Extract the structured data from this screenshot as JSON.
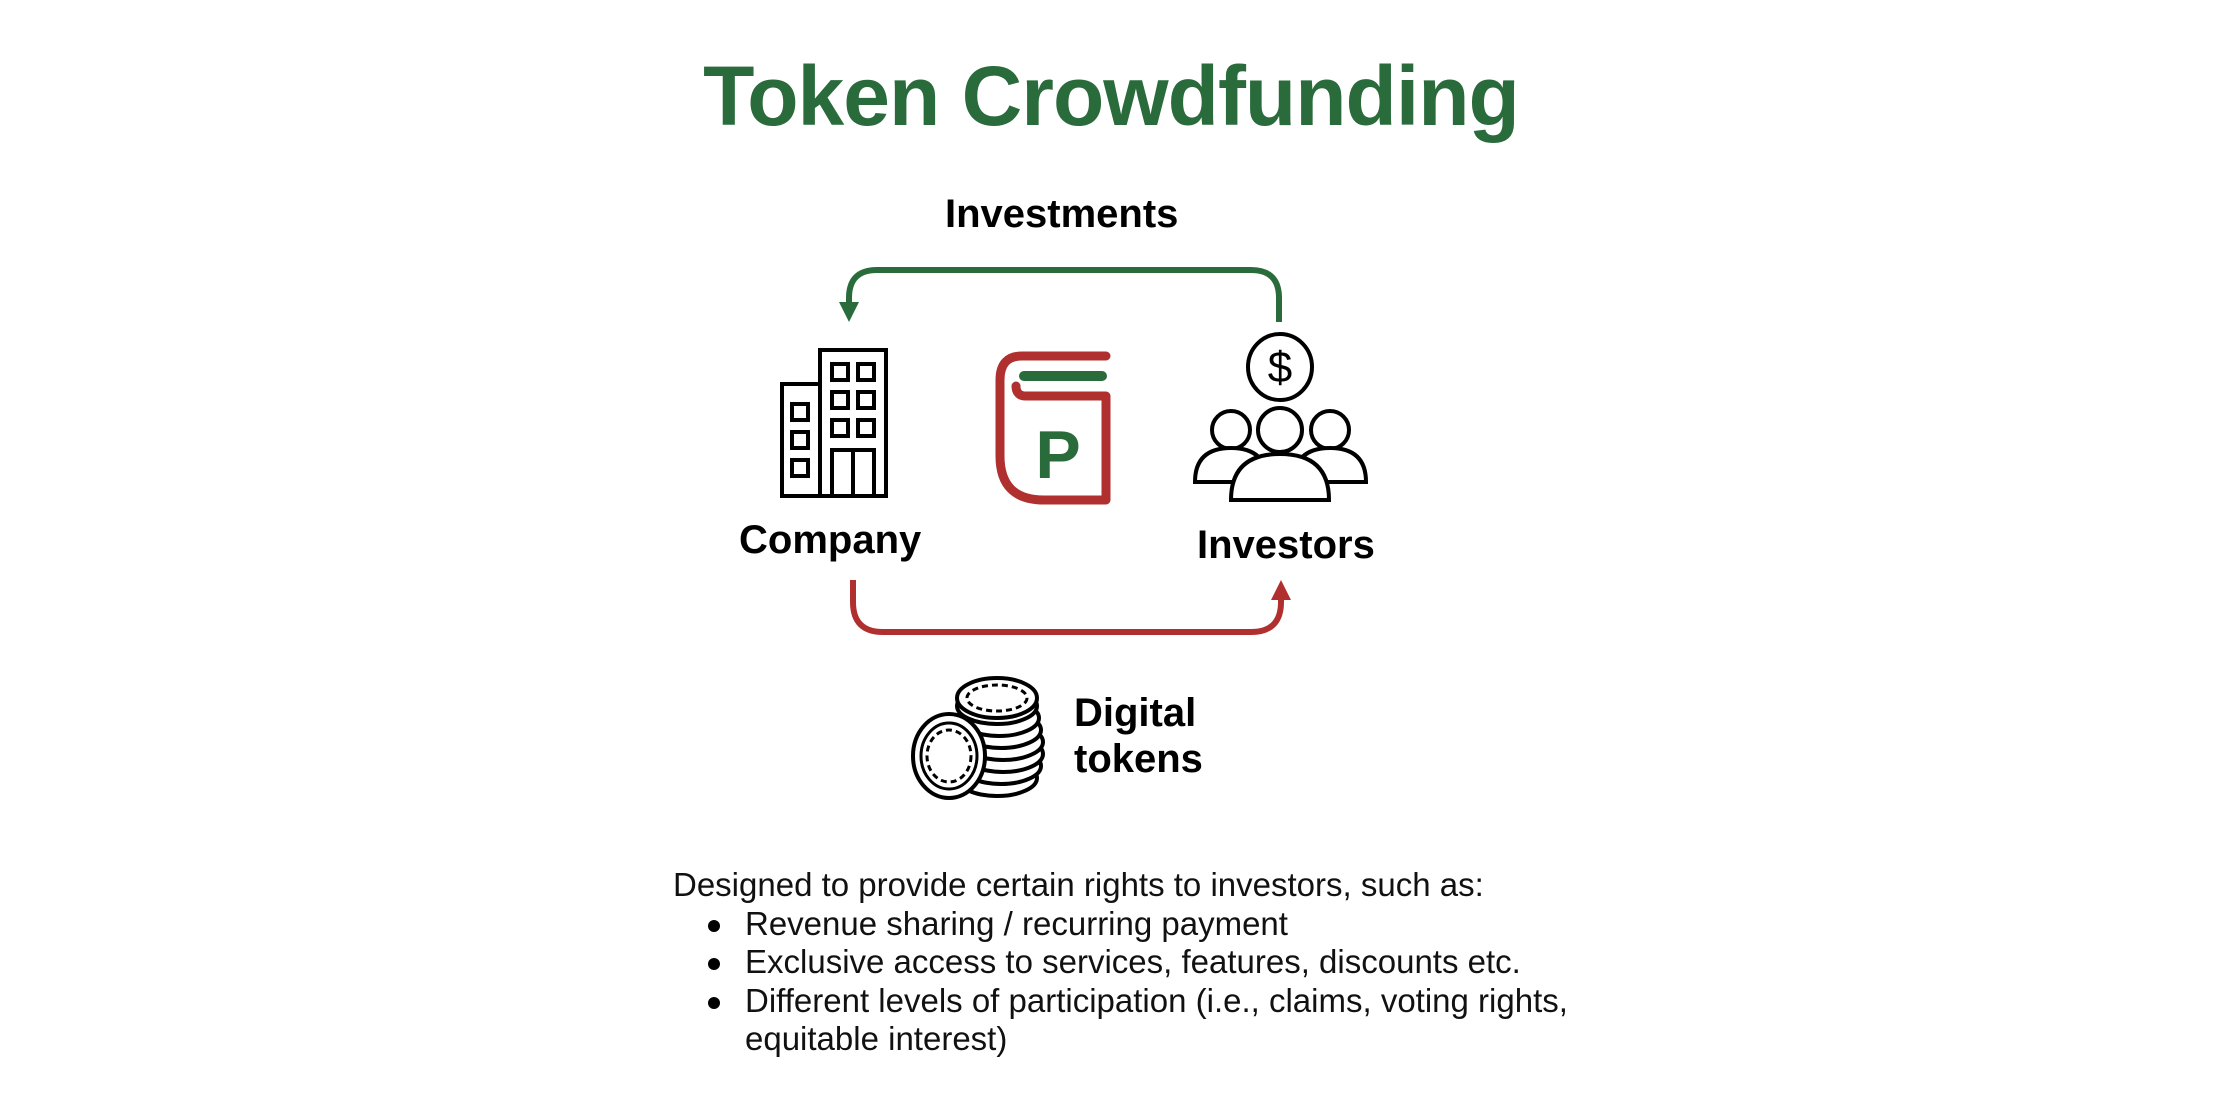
{
  "title": "Token Crowdfunding",
  "colors": {
    "title": "#2a6b3c",
    "investments_arrow": "#2a6b3c",
    "tokens_arrow": "#b03030",
    "book_outline": "#b03030",
    "book_accent": "#2a6b3c"
  },
  "diagram": {
    "investments_label": "Investments",
    "company_label": "Company",
    "investors_label": "Investors",
    "tokens_label_line1": "Digital",
    "tokens_label_line2": "tokens",
    "icons": {
      "company": "building-icon",
      "platform": "book-p-icon",
      "platform_letter": "P",
      "investors": "people-dollar-icon",
      "tokens": "coin-stack-icon"
    }
  },
  "description": {
    "intro": "Designed to provide certain rights to investors, such as:",
    "bullets": [
      "Revenue sharing / recurring payment",
      "Exclusive access to services, features, discounts etc.",
      "Different levels of participation (i.e., claims, voting rights, equitable interest)"
    ]
  }
}
